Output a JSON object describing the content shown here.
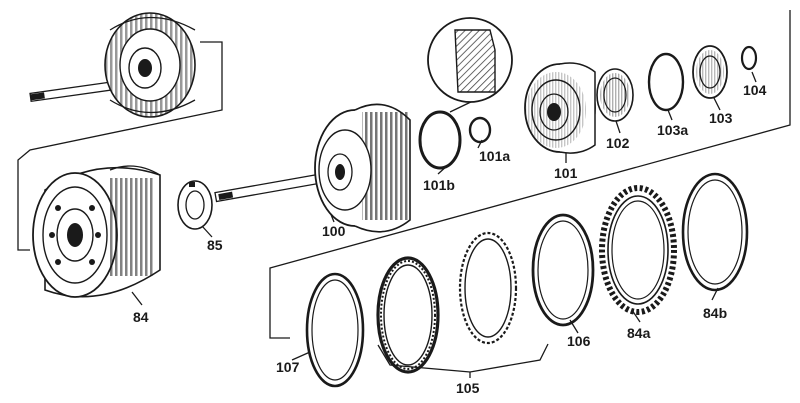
{
  "parts": [
    {
      "id": "84",
      "label": "84"
    },
    {
      "id": "84a",
      "label": "84a"
    },
    {
      "id": "84b",
      "label": "84b"
    },
    {
      "id": "85",
      "label": "85"
    },
    {
      "id": "100",
      "label": "100"
    },
    {
      "id": "101",
      "label": "101"
    },
    {
      "id": "101a",
      "label": "101a"
    },
    {
      "id": "101b",
      "label": "101b"
    },
    {
      "id": "102",
      "label": "102"
    },
    {
      "id": "103",
      "label": "103"
    },
    {
      "id": "103a",
      "label": "103a"
    },
    {
      "id": "104",
      "label": "104"
    },
    {
      "id": "105",
      "label": "105"
    },
    {
      "id": "106",
      "label": "106"
    },
    {
      "id": "107",
      "label": "107"
    }
  ],
  "colors": {
    "ink": "#1a1a1a",
    "background": "#ffffff",
    "hatch": "#444444"
  }
}
